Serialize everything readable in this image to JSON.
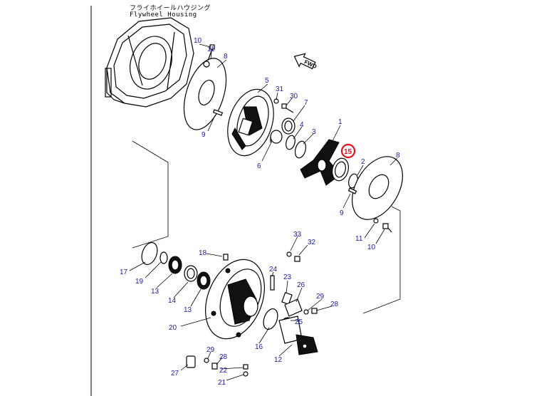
{
  "diagram": {
    "title_jp": "フライホイールハウジング",
    "title_en": "Flywheel Housing",
    "fwd_label": "FWD",
    "highlighted_callout": "15",
    "callouts": {
      "c10a": "10",
      "c11a": "11",
      "c8a": "8",
      "c9a": "9",
      "c5": "5",
      "c31": "31",
      "c30": "30",
      "c7": "7",
      "c4": "4",
      "c3": "3",
      "c1": "1",
      "c6": "6",
      "c15": "15",
      "c2": "2",
      "c8b": "8",
      "c9b": "9",
      "c11b": "11",
      "c10b": "10",
      "c33": "33",
      "c32": "32",
      "c18": "18",
      "c17": "17",
      "c19": "19",
      "c13a": "13",
      "c14": "14",
      "c13b": "13",
      "c24": "24",
      "c23": "23",
      "c26": "26",
      "c29a": "29",
      "c28a": "28",
      "c25": "25",
      "c20": "20",
      "c16": "16",
      "c12": "12",
      "c29b": "29",
      "c28b": "28",
      "c27": "27",
      "c22": "22",
      "c21": "21"
    }
  }
}
